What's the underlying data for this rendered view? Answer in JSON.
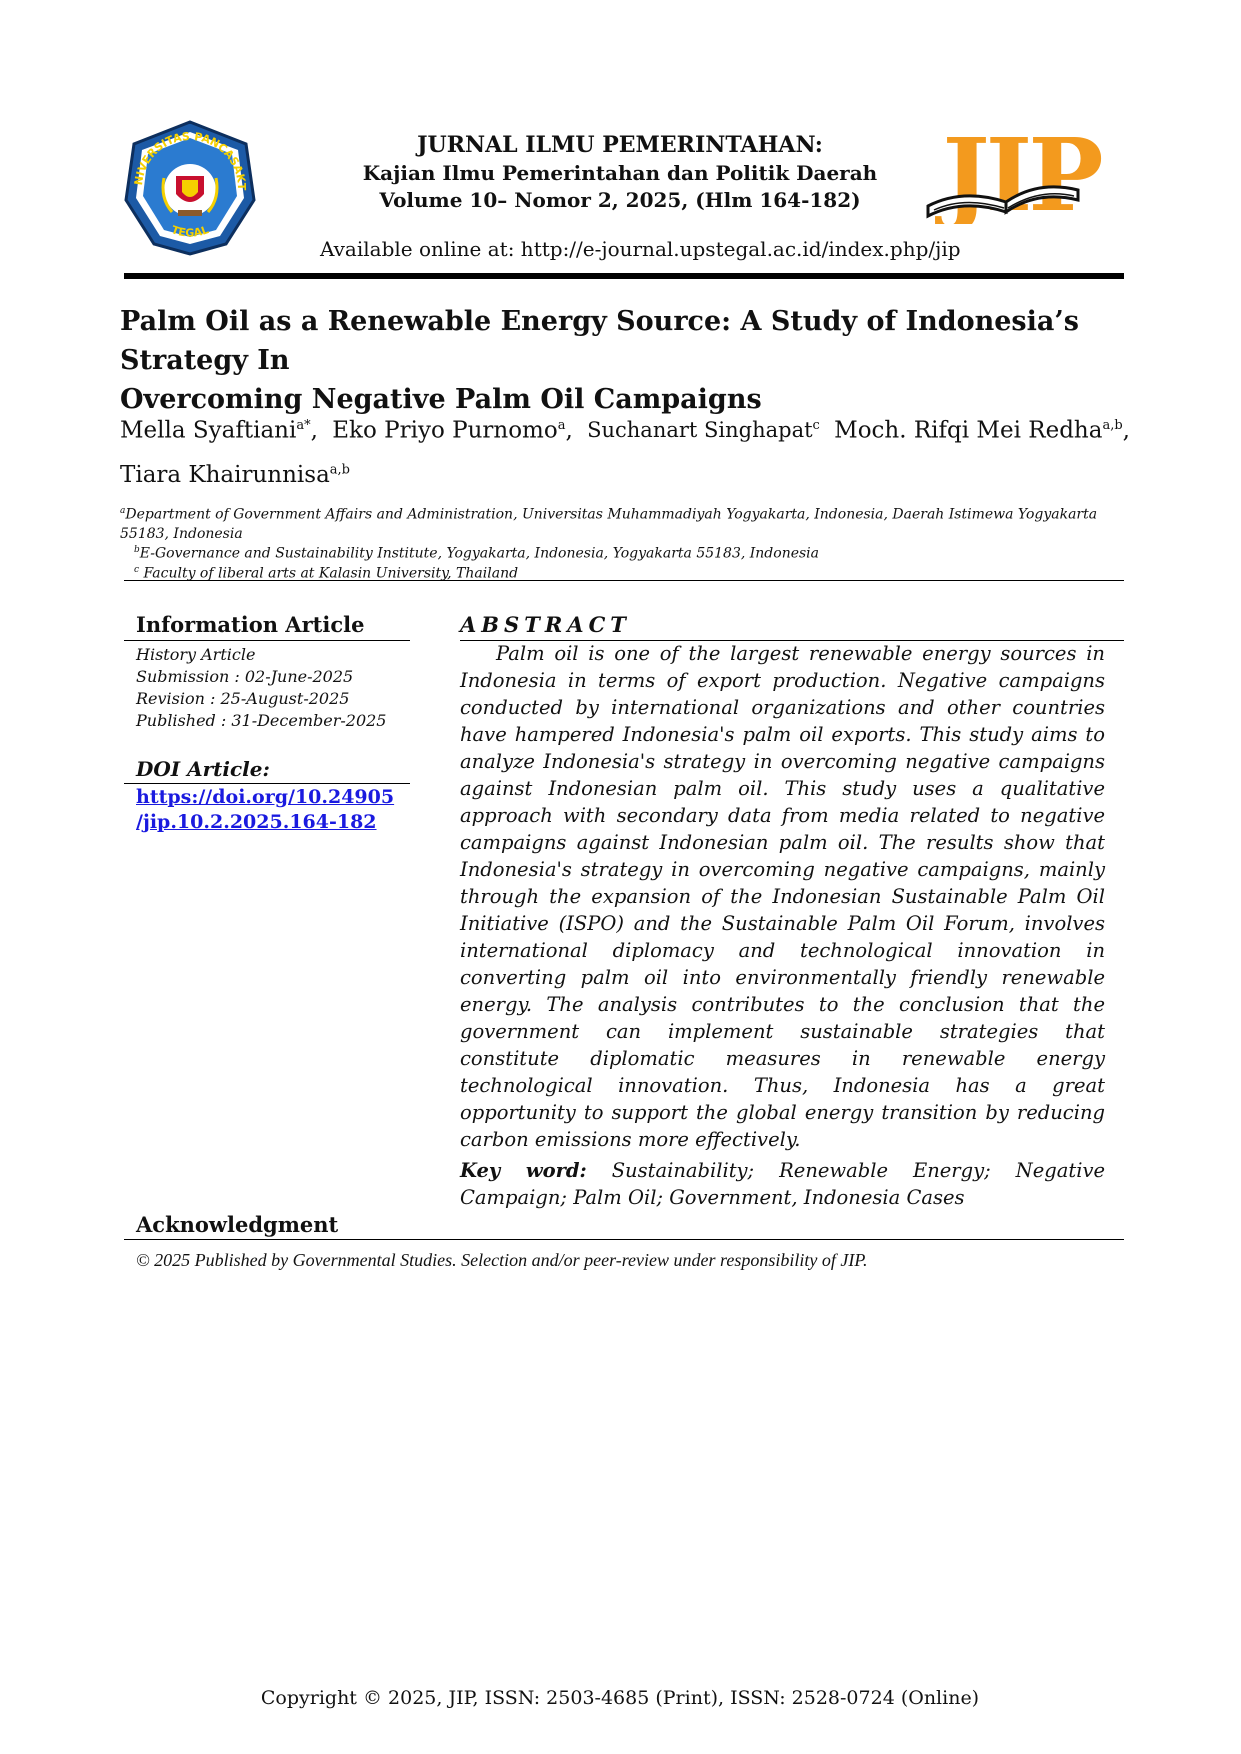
{
  "header": {
    "logo_left": {
      "ring_text_top": "UNIVERSITAS PANCASAKTI",
      "ring_text_bottom": "TEGAL"
    },
    "journal_name": "JURNAL ILMU PEMERINTAHAN:",
    "subtitle": "Kajian Ilmu Pemerintahan dan Politik Daerah",
    "volume": "Volume 10– Nomor 2, 2025, (Hlm 164-182)",
    "available_online": "Available online at: http://e-journal.upstegal.ac.id/index.php/jip",
    "logo_right_text": "JIP",
    "logo_color": "#f39a1e"
  },
  "title": {
    "line1": "Palm Oil as a Renewable Energy Source: A Study of Indonesia’s Strategy In",
    "line2": "Overcoming Negative Palm Oil Campaigns"
  },
  "authors": {
    "a1_name": "Mella Syaftiani",
    "a1_sup": "a*",
    "a2_name": "Eko Priyo Purnomo",
    "a2_sup": "a",
    "a3_name": "Suchanart Singhapat",
    "a3_sup": "c",
    "a4_name": "Moch. Rifqi Mei Redha",
    "a4_sup": "a,b",
    "a5_name": "Tiara Khairunnisa",
    "a5_sup": "a,b"
  },
  "affiliations": {
    "a_sup": "a",
    "a_line1": "Department of Government Affairs and Administration, Universitas Muhammadiyah Yogyakarta, Indonesia, Daerah Istimewa Yogyakarta",
    "a_line2": "55183, Indonesia",
    "b_sup": "b",
    "b_text": "E-Governance and Sustainability Institute, Yogyakarta, Indonesia, Yogyakarta 55183, Indonesia",
    "c_sup": "c",
    "c_text": "Faculty of liberal arts at Kalasin University, Thailand"
  },
  "info": {
    "heading": "Information Article",
    "history": "History Article",
    "submission": "Submission : 02-June-2025",
    "revision": "Revision : 25-August-2025",
    "published": "Published : 31-December-2025",
    "doi_heading": "DOI Article:",
    "doi_line1": "https://doi.org/10.24905",
    "doi_line2": "/jip.10.2.2025.164-182",
    "doi_url": "https://doi.org/10.24905/jip.10.2.2025.164-182",
    "ack_heading": "Acknowledgment"
  },
  "abstract": {
    "heading": "ABSTRACT",
    "body": "Palm oil is one of the largest renewable energy sources in Indonesia in terms of export production. Negative campaigns conducted by international organizations and other countries have hampered Indonesia's palm oil exports. This study aims to analyze Indonesia's strategy in overcoming negative campaigns against Indonesian palm oil. This study uses a qualitative approach with secondary data from media related to negative campaigns against Indonesian palm oil. The results show that Indonesia's strategy in overcoming negative campaigns, mainly through the expansion of the Indonesian Sustainable Palm Oil Initiative (ISPO) and the Sustainable Palm Oil Forum, involves international diplomacy and technological innovation in converting palm oil into environmentally friendly renewable energy. The analysis contributes to the conclusion that the government can implement sustainable strategies that constitute diplomatic measures in renewable energy technological innovation. Thus, Indonesia has a great opportunity to support the global energy transition by reducing carbon emissions more effectively.",
    "keyword_label": "Key word:",
    "keywords": "Sustainability; Renewable Energy; Negative Campaign; Palm Oil; Government, Indonesia Cases"
  },
  "copyright_line": "© 2025 Published by Governmental Studies. Selection and/or peer-review under responsibility of JIP.",
  "footer": "Copyright © 2025, JIP, ISSN: 2503-4685 (Print), ISSN: 2528-0724 (Online)"
}
